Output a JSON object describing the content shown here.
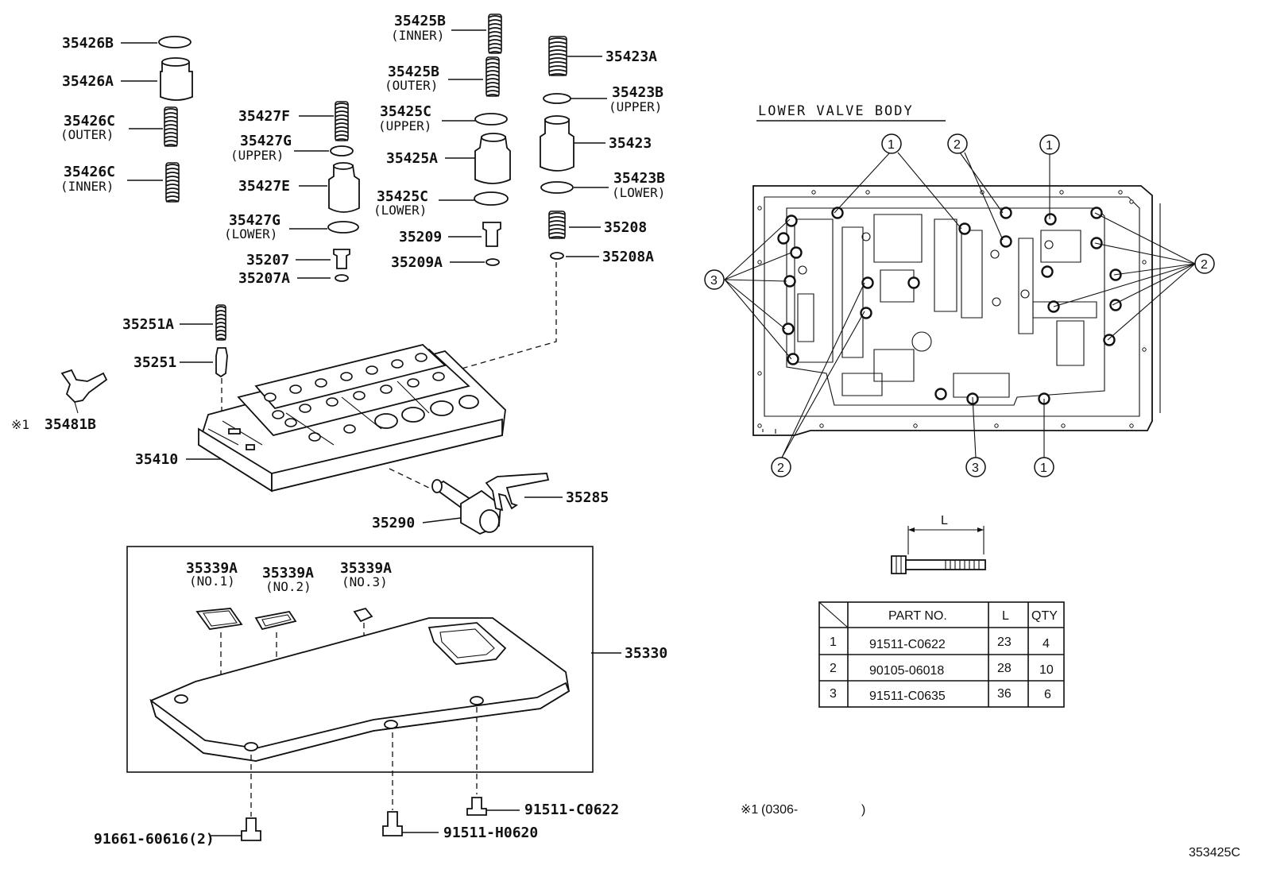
{
  "parts": {
    "p35426B": "35426B",
    "p35426A": "35426A",
    "p35426C_outer": "35426C",
    "p35426C_outer_sub": "(OUTER)",
    "p35426C_inner": "35426C",
    "p35426C_inner_sub": "(INNER)",
    "p35427F": "35427F",
    "p35427G_upper": "35427G",
    "p35427G_upper_sub": "(UPPER)",
    "p35427E": "35427E",
    "p35427G_lower": "35427G",
    "p35427G_lower_sub": "(LOWER)",
    "p35207": "35207",
    "p35207A": "35207A",
    "p35425B_inner": "35425B",
    "p35425B_inner_sub": "(INNER)",
    "p35425B_outer": "35425B",
    "p35425B_outer_sub": "(OUTER)",
    "p35425C_upper": "35425C",
    "p35425C_upper_sub": "(UPPER)",
    "p35425A": "35425A",
    "p35425C_lower": "35425C",
    "p35425C_lower_sub": "(LOWER)",
    "p35209": "35209",
    "p35209A": "35209A",
    "p35423A": "35423A",
    "p35423B_upper": "35423B",
    "p35423B_upper_sub": "(UPPER)",
    "p35423": "35423",
    "p35423B_lower": "35423B",
    "p35423B_lower_sub": "(LOWER)",
    "p35208": "35208",
    "p35208A": "35208A",
    "p35251A": "35251A",
    "p35251": "35251",
    "p35481B": "35481B",
    "p35481B_mark": "※1",
    "p35410": "35410",
    "p35285": "35285",
    "p35290": "35290",
    "p35339A_1": "35339A",
    "p35339A_1_sub": "(NO.1)",
    "p35339A_2": "35339A",
    "p35339A_2_sub": "(NO.2)",
    "p35339A_3": "35339A",
    "p35339A_3_sub": "(NO.3)",
    "p35330": "35330",
    "p91511C0622": "91511-C0622",
    "p9166160616": "91661-60616(2)",
    "p91511H0620": "91511-H0620"
  },
  "lower_valve_body": {
    "title": "LOWER VALVE BODY",
    "callouts": {
      "one": "1",
      "two": "2",
      "three": "3"
    }
  },
  "bolt_length_label": "L",
  "bolt_table": {
    "headers": [
      "PART NO.",
      "L",
      "QTY"
    ],
    "rows": [
      {
        "idx": "1",
        "part_no": "91511-C0622",
        "l": "23",
        "qty": "4"
      },
      {
        "idx": "2",
        "part_no": "90105-06018",
        "l": "28",
        "qty": "10"
      },
      {
        "idx": "3",
        "part_no": "91511-C0635",
        "l": "36",
        "qty": "6"
      }
    ]
  },
  "footnote": {
    "mark": "※1",
    "open": "(0306-",
    "close": ")"
  },
  "figure_code": "353425C"
}
